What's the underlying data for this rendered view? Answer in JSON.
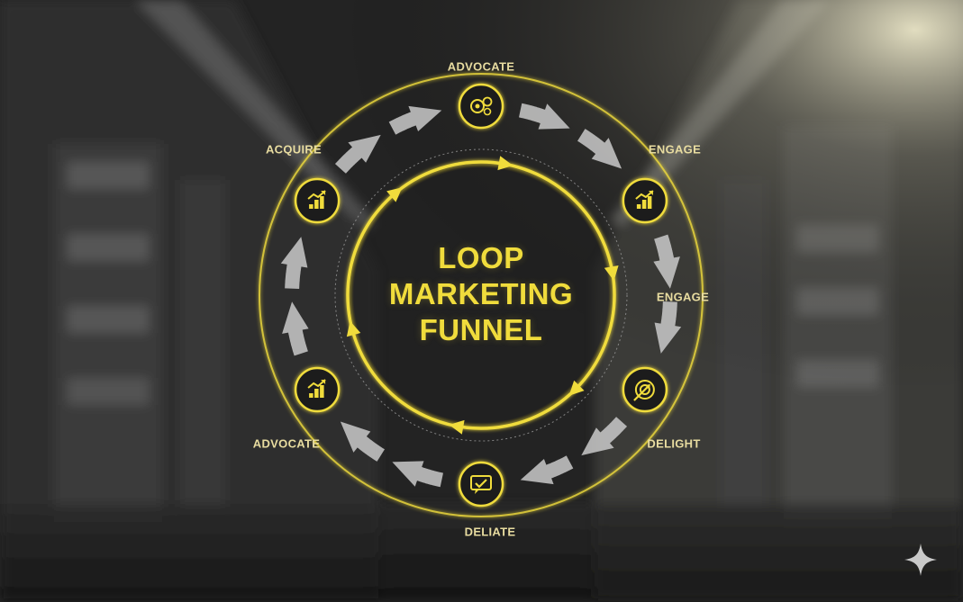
{
  "diagram": {
    "title_lines": [
      "LOOP",
      "MARKETING",
      "FUNNEL"
    ],
    "nodes": [
      {
        "label": "ADVOCATE",
        "icon": "gears-icon"
      },
      {
        "label": "ENGAGE",
        "icon": "bar-chart-icon"
      },
      {
        "label": "DELIGHT",
        "icon": "target-icon"
      },
      {
        "label": "DELIATE",
        "icon": "checkmark-chat-icon"
      },
      {
        "label": "ADVOCATE",
        "icon": "bar-chart-icon"
      },
      {
        "label": "ACQUIRE",
        "icon": "bar-chart-icon"
      }
    ],
    "side_label": "ENGAGE"
  },
  "colors": {
    "accent": "#f0dc3c",
    "label": "#e8dca0",
    "arrow": "#cfcfcf"
  }
}
